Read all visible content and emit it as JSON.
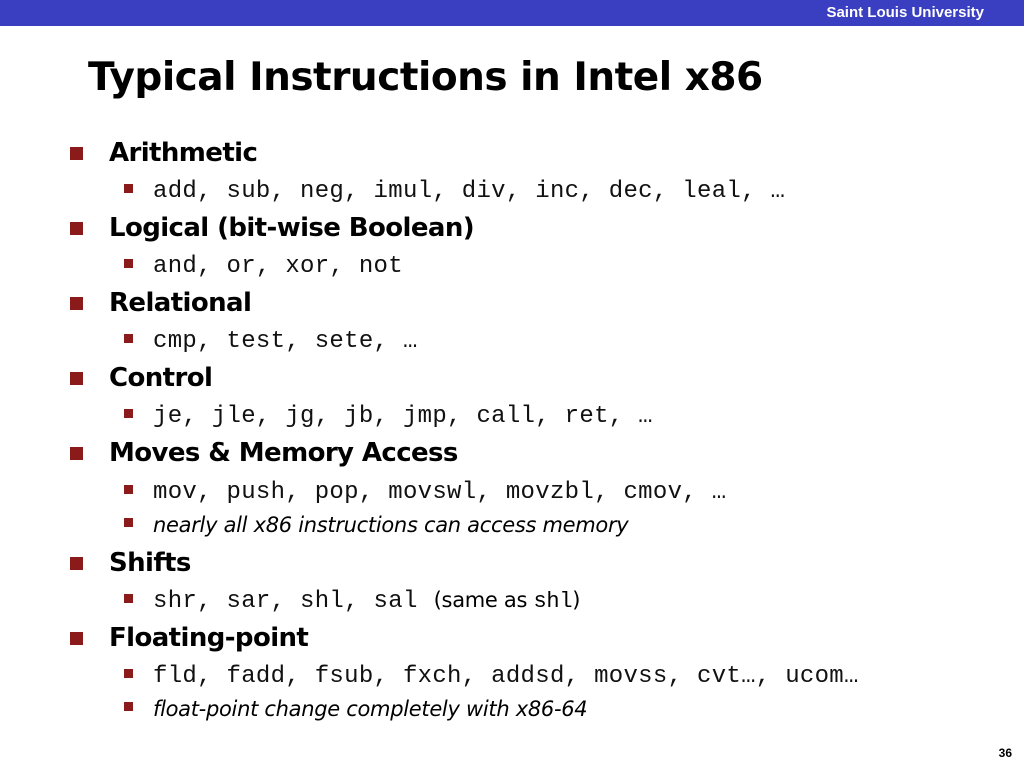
{
  "header": {
    "university": "Saint Louis University",
    "bar_color": "#3a3ec0"
  },
  "slide": {
    "title": "Typical Instructions in Intel x86",
    "bullet_color": "#8b1a1a",
    "page_number": "36",
    "sections": [
      {
        "heading": "Arithmetic",
        "items": [
          {
            "code": "add, sub, neg, imul, div, inc, dec, leal, …"
          }
        ]
      },
      {
        "heading": "Logical (bit-wise Boolean)",
        "items": [
          {
            "code": "and, or, xor, not"
          }
        ]
      },
      {
        "heading": "Relational",
        "items": [
          {
            "code": "cmp, test, sete, …"
          }
        ]
      },
      {
        "heading": "Control",
        "items": [
          {
            "code": "je, jle, jg, jb, jmp, call, ret, …"
          }
        ]
      },
      {
        "heading": "Moves & Memory Access",
        "items": [
          {
            "code": "mov, push, pop, movswl, movzbl, cmov, …"
          },
          {
            "note": "nearly all x86 instructions can access memory"
          }
        ]
      },
      {
        "heading": "Shifts",
        "items": [
          {
            "code": "shr, sar, shl, sal",
            "suffix_open": "(same as",
            "suffix_code": "shl",
            "suffix_close": ")"
          }
        ]
      },
      {
        "heading": "Floating-point",
        "items": [
          {
            "code": "fld, fadd, fsub, fxch, addsd, movss, cvt…, ucom…"
          },
          {
            "note": "float-point change completely with x86-64"
          }
        ]
      }
    ]
  }
}
